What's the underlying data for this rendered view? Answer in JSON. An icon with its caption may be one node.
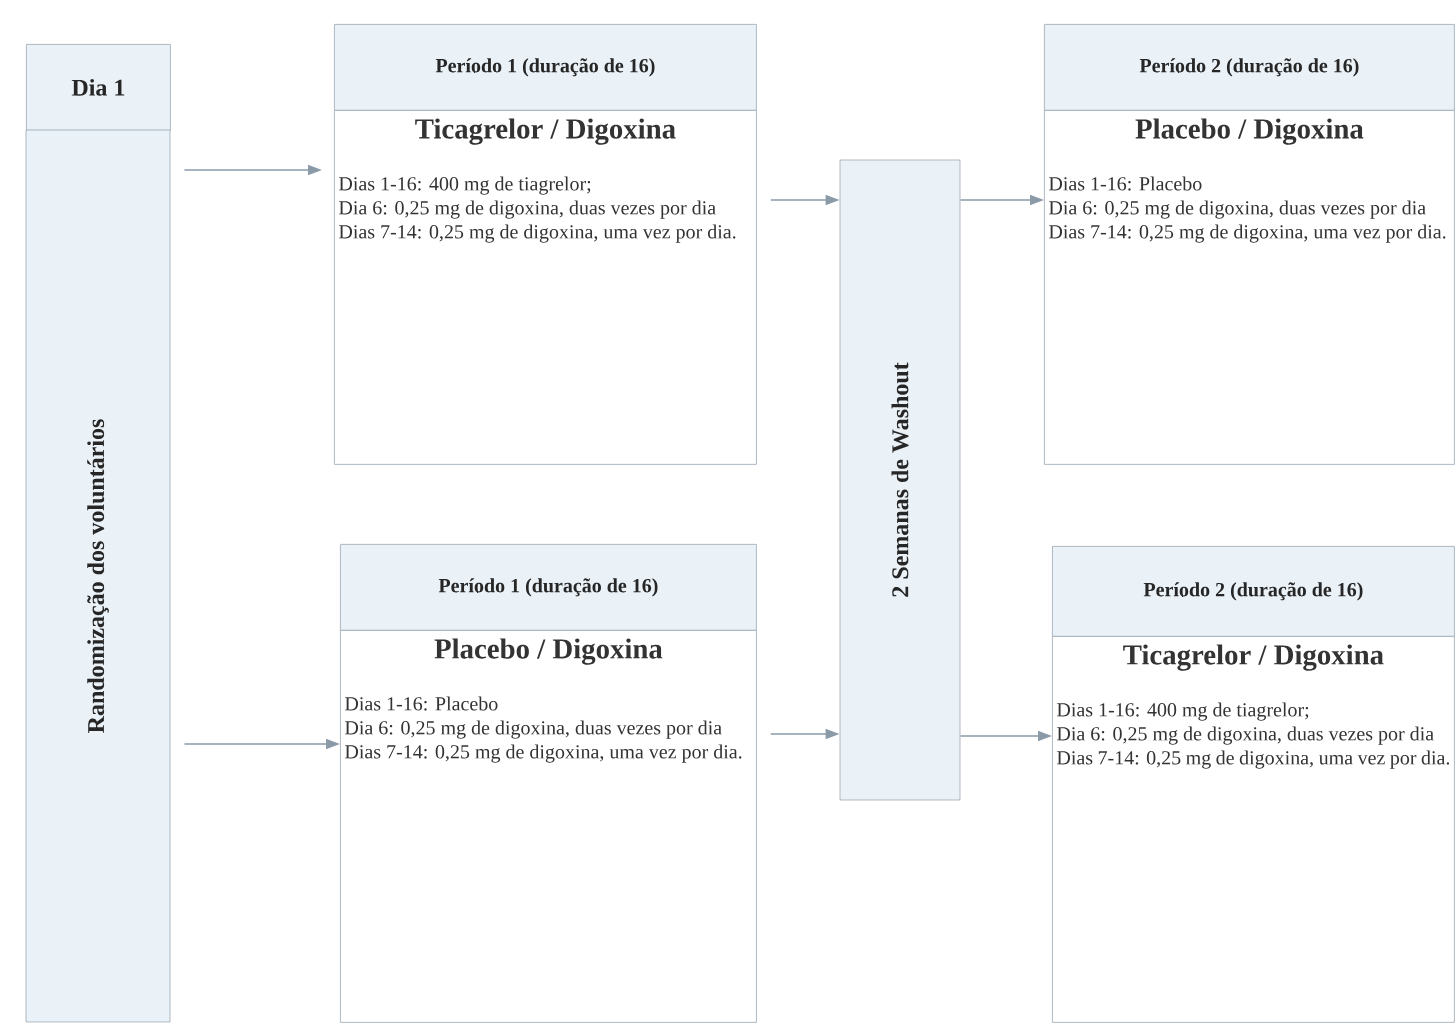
{
  "diagram": {
    "nodes": [
      {
        "text": [
          "Dia 1"
        ]
      },
      {
        "text": [
          "Randomização dos voluntários"
        ]
      },
      {
        "text": [
          "Período 1 (duração de 16)"
        ]
      },
      {
        "text": [
          "Ticagrelor / Digoxina",
          "Dias 1-16: 400 mg de tiagrelor;",
          "Dia 6: 0,25 mg de digoxina, duas vezes por dia",
          "Dias 7-14: 0,25 mg de digoxina, uma vez por dia."
        ]
      },
      {
        "text": [
          "Período 1 (duração de 16)"
        ]
      },
      {
        "text": [
          "Placebo  / Digoxina",
          "Dias 1-16: Placebo",
          "Dia 6: 0,25 mg de digoxina, duas vezes por dia",
          "Dias 7-14: 0,25 mg de digoxina, uma vez por dia."
        ]
      },
      {
        "text": [
          "2 Semanas de Washout"
        ]
      },
      {
        "text": [
          "Período 2 (duração de 16)"
        ]
      },
      {
        "text": [
          "Placebo  / Digoxina",
          "Dias 1-16: Placebo",
          "Dia 6: 0,25 mg de digoxina, duas vezes por dia",
          "Dias 7-14: 0,25 mg de digoxina, uma vez por dia."
        ]
      },
      {
        "text": [
          "Período 2 (duração de 16)"
        ]
      },
      {
        "text": [
          "Ticagrelor / Digoxina",
          "Dias 1-16: 400 mg de tiagrelor;",
          "Dia 6: 0,25 mg de digoxina, duas vezes por dia",
          "Dias 7-14: 0,25 mg de digoxina, uma vez por dia."
        ]
      }
    ],
    "edges": [
      {
        "from": 1,
        "to": 3,
        "arrow": "to"
      },
      {
        "from": 1,
        "to": 5,
        "arrow": "to"
      },
      {
        "from": 3,
        "to": 6,
        "arrow": "to"
      },
      {
        "from": 5,
        "to": 6,
        "arrow": "to"
      },
      {
        "from": 6,
        "to": 8,
        "arrow": "to"
      },
      {
        "from": 6,
        "to": 10,
        "arrow": "to"
      }
    ]
  }
}
